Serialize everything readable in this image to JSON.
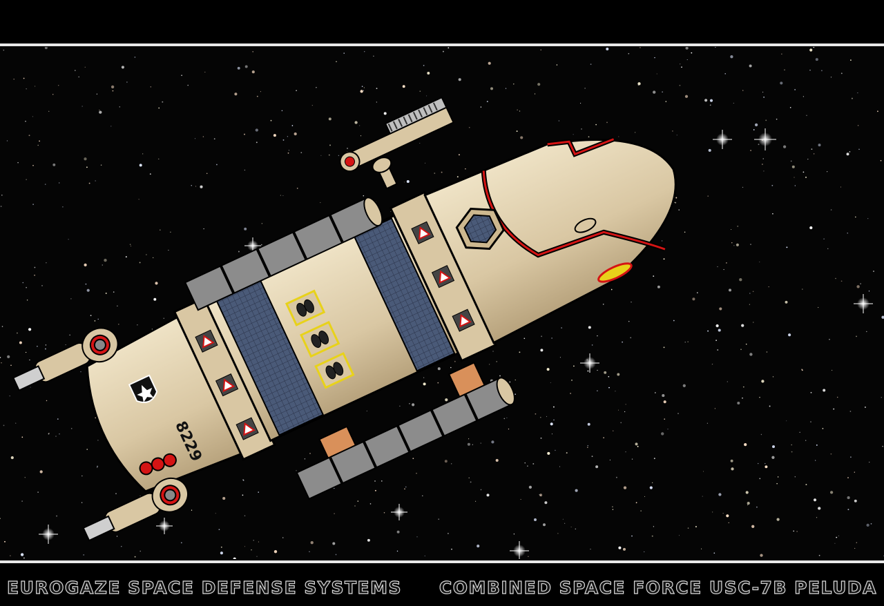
{
  "caption_left": "EUROGAZE SPACE DEFENSE SYSTEMS",
  "caption_right": "COMBINED SPACE FORCE USC-7B PELUDA",
  "hull_number": "8229",
  "colors": {
    "background": "#000000",
    "frame_rule": "#e8e8e8",
    "hull": "#d9c7a3",
    "hull_shadow": "#b7a27c",
    "accent_red": "#d41414",
    "accent_yellow": "#e8d21a",
    "panel_blue": "#4a5a78",
    "block_grey": "#8c8c8c",
    "copper": "#d9905a"
  }
}
